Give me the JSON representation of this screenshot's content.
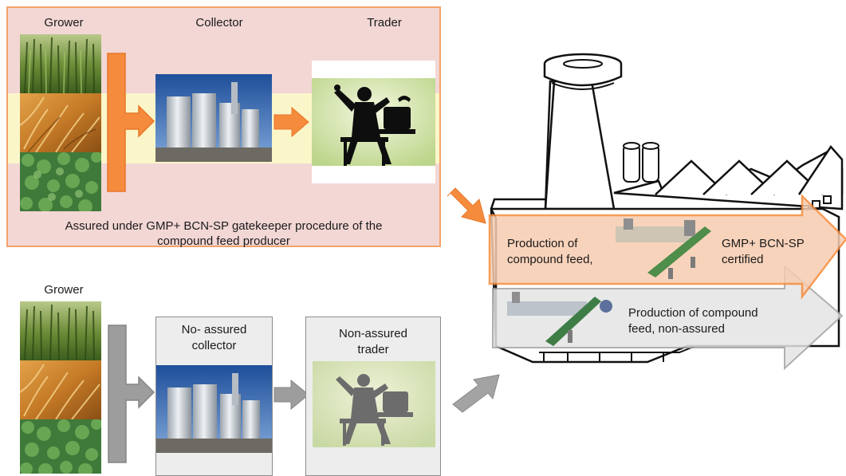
{
  "assured_chain": {
    "grower_label": "Grower",
    "collector_label": "Collector",
    "trader_label": "Trader",
    "caption_line1": "Assured under GMP+ BCN-SP gatekeeper procedure of the",
    "caption_line2": "compound feed producer",
    "panel_fill": "#f2d7d5",
    "border_color": "#f4a26b",
    "arrow_color": "#f58b3c"
  },
  "nonassured_chain": {
    "grower_label": "Grower",
    "collector_line1": "No- assured",
    "collector_line2": "collector",
    "trader_line1": "Non-assured",
    "trader_line2": "trader",
    "arrow_color": "#9d9d9d"
  },
  "factory": {
    "certified_left_line1": "Production of",
    "certified_left_line2": "compound feed,",
    "certified_right_line1": "GMP+ BCN-SP",
    "certified_right_line2": "certified",
    "nonassured_line1": "Production of compound",
    "nonassured_line2": "feed, non-assured"
  }
}
